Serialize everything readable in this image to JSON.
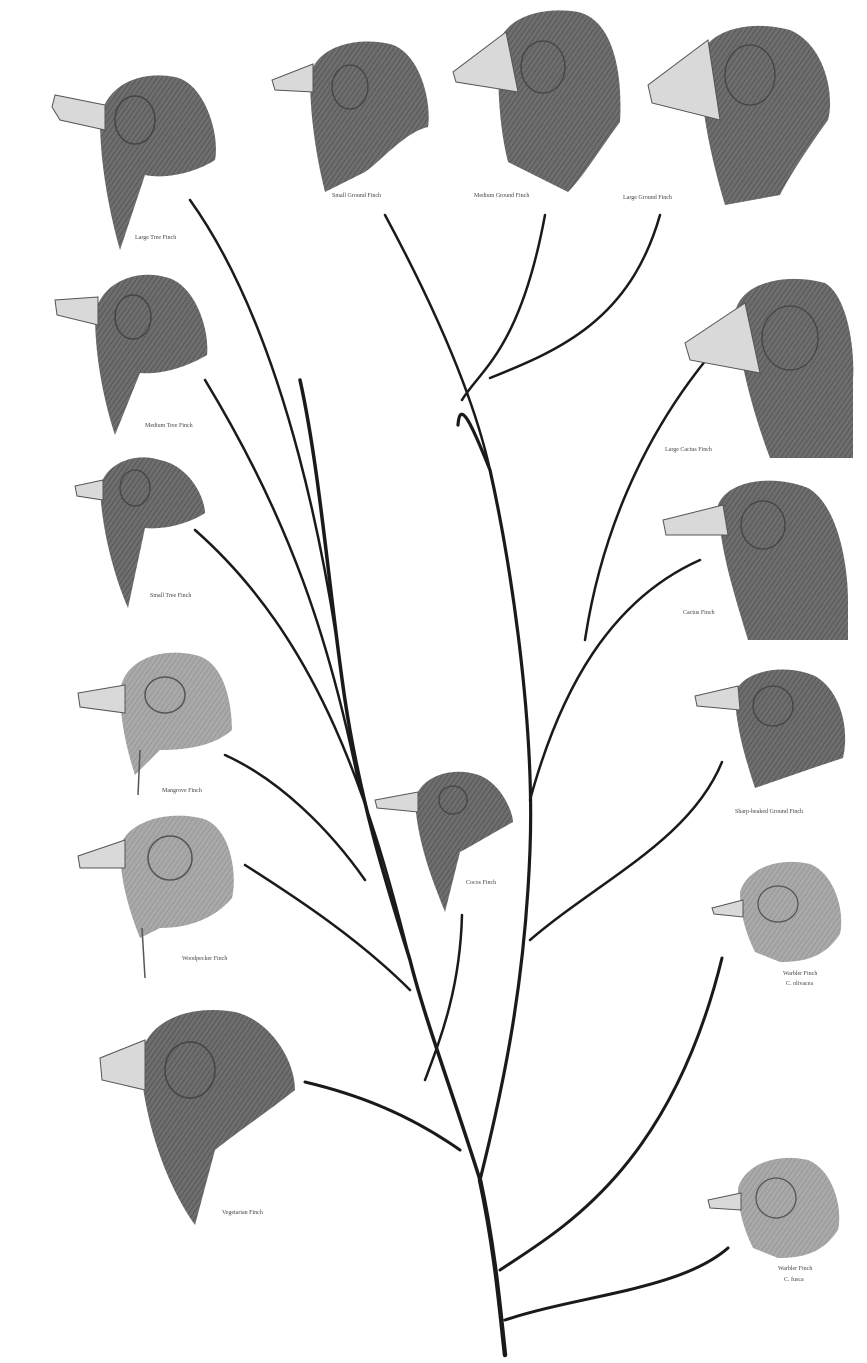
{
  "finches": [
    {
      "id": "large-tree",
      "lines": [
        "Large Tree Finch"
      ]
    },
    {
      "id": "medium-tree",
      "lines": [
        "Medium Tree Finch"
      ]
    },
    {
      "id": "small-tree",
      "lines": [
        "Small Tree Finch"
      ]
    },
    {
      "id": "mangrove",
      "lines": [
        "Mangrove Finch"
      ]
    },
    {
      "id": "woodpecker",
      "lines": [
        "Woodpecker Finch"
      ]
    },
    {
      "id": "vegetarian",
      "lines": [
        "Vegetarian Finch"
      ]
    },
    {
      "id": "cocos",
      "lines": [
        "Cocos Finch"
      ]
    },
    {
      "id": "small-ground",
      "lines": [
        "Small Ground Finch"
      ]
    },
    {
      "id": "medium-ground",
      "lines": [
        "Medium Ground Finch"
      ]
    },
    {
      "id": "large-ground",
      "lines": [
        "Large Ground Finch"
      ]
    },
    {
      "id": "large-cactus",
      "lines": [
        "Large Cactus Finch"
      ]
    },
    {
      "id": "cactus",
      "lines": [
        "Cactus Finch"
      ]
    },
    {
      "id": "sharp-beaked",
      "lines": [
        "Sharp-beaked Ground Finch"
      ]
    },
    {
      "id": "warbler-olivacea",
      "lines": [
        "Warbler Finch",
        "C. olivacea"
      ]
    },
    {
      "id": "warbler-fusca",
      "lines": [
        "Warbler Finch",
        "C. fusca"
      ]
    }
  ],
  "colors": {
    "ink": "#1a1a1a",
    "head": "#6e6e6e",
    "head_light": "#a9a9a9",
    "beak": "#d9d9d9",
    "label": "#444444"
  }
}
